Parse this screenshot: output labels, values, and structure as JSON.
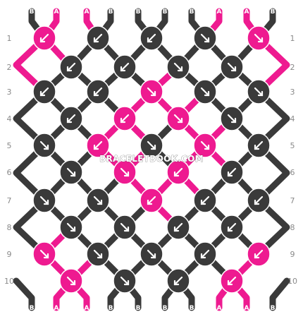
{
  "colors": {
    "A": "#ee1a90",
    "B": "#3a3a3a"
  },
  "strands_top": [
    "B",
    "A",
    "A",
    "B",
    "B",
    "B",
    "B",
    "A",
    "A",
    "B"
  ],
  "strands_bottom": [
    "B",
    "A",
    "A",
    "B",
    "B",
    "B",
    "B",
    "A",
    "A",
    "B"
  ],
  "row_labels": [
    "1",
    "2",
    "3",
    "4",
    "5",
    "6",
    "7",
    "8",
    "9",
    "10"
  ],
  "watermark": "BRACELETBOOK.COM",
  "knots": [
    [
      {
        "c": "A",
        "d": "sw"
      },
      {
        "c": "B",
        "d": "sw"
      },
      {
        "c": "B",
        "d": "sw"
      },
      {
        "c": "B",
        "d": "se"
      },
      {
        "c": "A",
        "d": "se"
      }
    ],
    [
      {
        "c": "B",
        "d": "sw"
      },
      {
        "c": "B",
        "d": "sw"
      },
      {
        "c": "B",
        "d": "se"
      },
      {
        "c": "B",
        "d": "se"
      }
    ],
    [
      {
        "c": "B",
        "d": "sw"
      },
      {
        "c": "B",
        "d": "sw"
      },
      {
        "c": "A",
        "d": "se"
      },
      {
        "c": "B",
        "d": "se"
      },
      {
        "c": "B",
        "d": "se"
      }
    ],
    [
      {
        "c": "B",
        "d": "sw"
      },
      {
        "c": "A",
        "d": "sw"
      },
      {
        "c": "A",
        "d": "se"
      },
      {
        "c": "B",
        "d": "se"
      }
    ],
    [
      {
        "c": "B",
        "d": "se"
      },
      {
        "c": "A",
        "d": "sw"
      },
      {
        "c": "B",
        "d": "se"
      },
      {
        "c": "A",
        "d": "se"
      },
      {
        "c": "B",
        "d": "sw"
      }
    ],
    [
      {
        "c": "B",
        "d": "se"
      },
      {
        "c": "A",
        "d": "se"
      },
      {
        "c": "A",
        "d": "sw"
      },
      {
        "c": "B",
        "d": "sw"
      }
    ],
    [
      {
        "c": "B",
        "d": "se"
      },
      {
        "c": "B",
        "d": "se"
      },
      {
        "c": "A",
        "d": "sw"
      },
      {
        "c": "B",
        "d": "sw"
      },
      {
        "c": "B",
        "d": "sw"
      }
    ],
    [
      {
        "c": "B",
        "d": "se"
      },
      {
        "c": "B",
        "d": "se"
      },
      {
        "c": "B",
        "d": "sw"
      },
      {
        "c": "B",
        "d": "sw"
      }
    ],
    [
      {
        "c": "A",
        "d": "se"
      },
      {
        "c": "B",
        "d": "se"
      },
      {
        "c": "B",
        "d": "se"
      },
      {
        "c": "B",
        "d": "sw"
      },
      {
        "c": "A",
        "d": "sw"
      }
    ],
    [
      {
        "c": "A",
        "d": "se"
      },
      {
        "c": "B",
        "d": "se"
      },
      {
        "c": "B",
        "d": "sw"
      },
      {
        "c": "A",
        "d": "sw"
      }
    ]
  ]
}
